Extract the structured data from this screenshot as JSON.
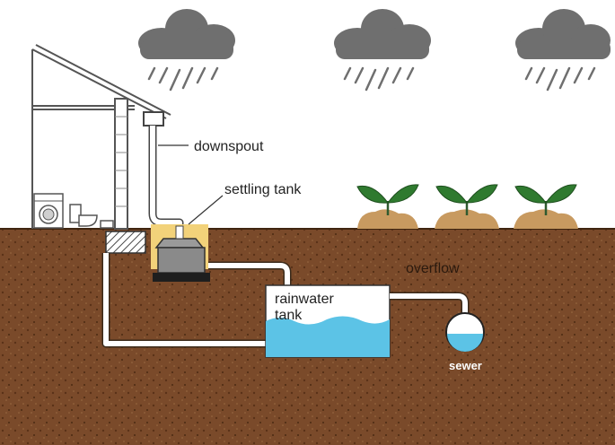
{
  "labels": {
    "downspout": "downspout",
    "settling_tank": "settling tank",
    "overflow": "overflow",
    "rainwater_line1": "rainwater",
    "rainwater_line2": "tank",
    "sewer": "sewer"
  },
  "colors": {
    "soil": "#7a4a2a",
    "soil_dark": "#5a3218",
    "cloud": "#6f6f6f",
    "water": "#5cc3e6",
    "pipe": "#ffffff",
    "leaf": "#2f7a2f",
    "mound": "#c89a60",
    "settling_tank": "#8a8a8a",
    "settling_highlight": "#f2d27a"
  },
  "icons": {
    "cloud": "rain-cloud-icon",
    "plant": "seedling-icon",
    "washer": "washing-machine-icon",
    "toilet": "toilet-icon"
  }
}
